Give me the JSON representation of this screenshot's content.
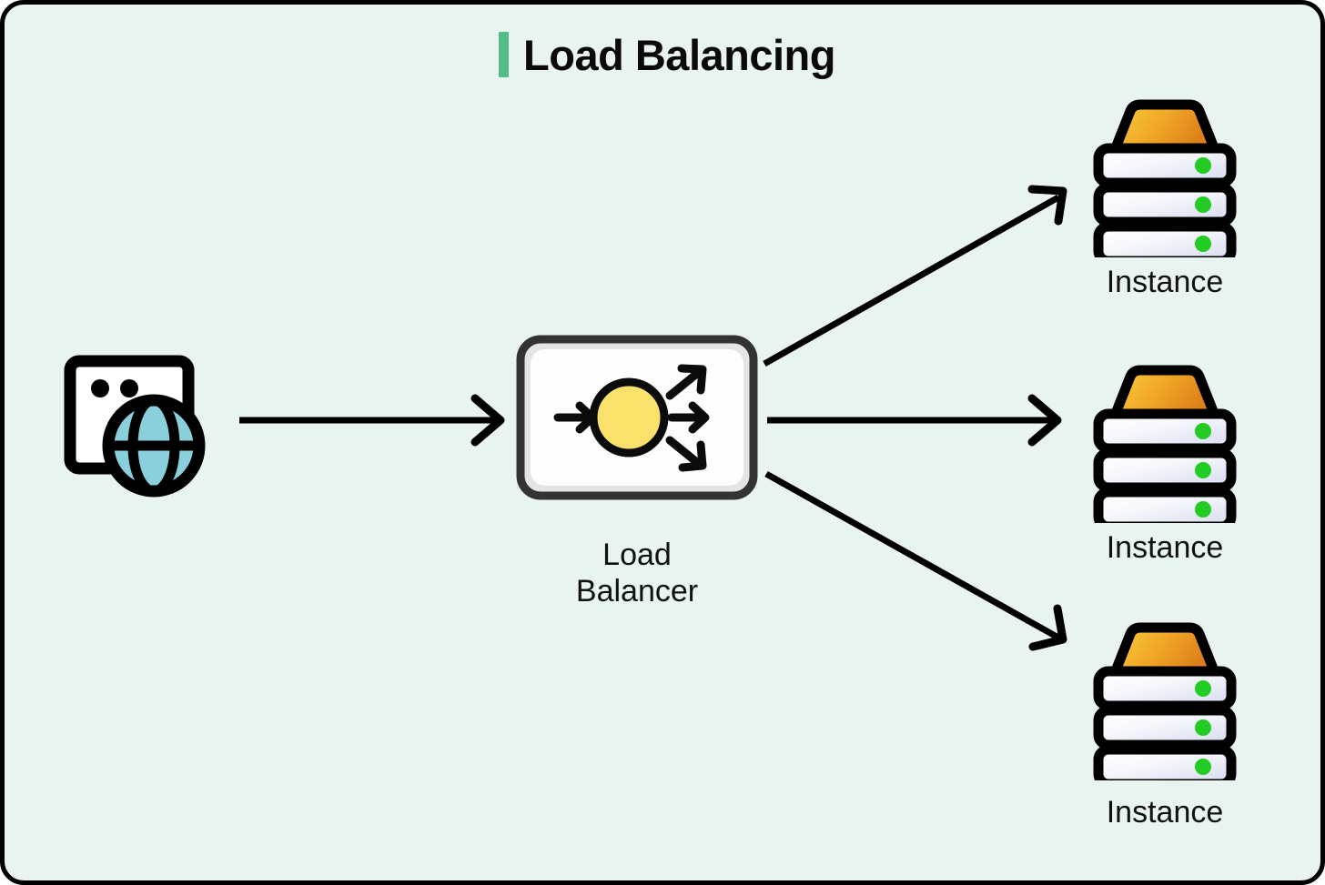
{
  "diagram": {
    "title": "Load Balancing",
    "accent_color": "#54BC85",
    "background_color": "#E9F3EF",
    "border_color": "#000000",
    "type": "architecture-flow"
  },
  "nodes": {
    "client": {
      "icon": "browser-globe-icon",
      "label": "",
      "window_fill": "#FFFFFF",
      "globe_fill": "#8ACFDC",
      "stroke": "#000000"
    },
    "load_balancer": {
      "icon": "load-balancer-icon",
      "label": "Load\nBalancer",
      "box_fill": "#FBFBFB",
      "box_stroke": "#333333",
      "core_fill": "#FAE16B",
      "core_stroke": "#111111",
      "inbound_arrows": 1,
      "outbound_arrows": 3
    },
    "instances": [
      {
        "label": "Instance",
        "icon": "server-rack-icon",
        "status_color": "#22CC22",
        "top_gradient_from": "#F7C731",
        "top_gradient_to": "#E0821B",
        "unit_count": 3
      },
      {
        "label": "Instance",
        "icon": "server-rack-icon",
        "status_color": "#22CC22",
        "top_gradient_from": "#F7C731",
        "top_gradient_to": "#E0821B",
        "unit_count": 3
      },
      {
        "label": "Instance",
        "icon": "server-rack-icon",
        "status_color": "#22CC22",
        "top_gradient_from": "#F7C731",
        "top_gradient_to": "#E0821B",
        "unit_count": 3
      }
    ]
  },
  "connections": [
    {
      "name": "client-to-load-balancer",
      "from": "client",
      "to": "load_balancer",
      "style": "straight-arrow"
    },
    {
      "name": "load-balancer-to-instance-1",
      "from": "load_balancer",
      "to": "instance-1",
      "style": "diagonal-arrow-up"
    },
    {
      "name": "load-balancer-to-instance-2",
      "from": "load_balancer",
      "to": "instance-2",
      "style": "straight-arrow"
    },
    {
      "name": "load-balancer-to-instance-3",
      "from": "load_balancer",
      "to": "instance-3",
      "style": "diagonal-arrow-down"
    }
  ]
}
